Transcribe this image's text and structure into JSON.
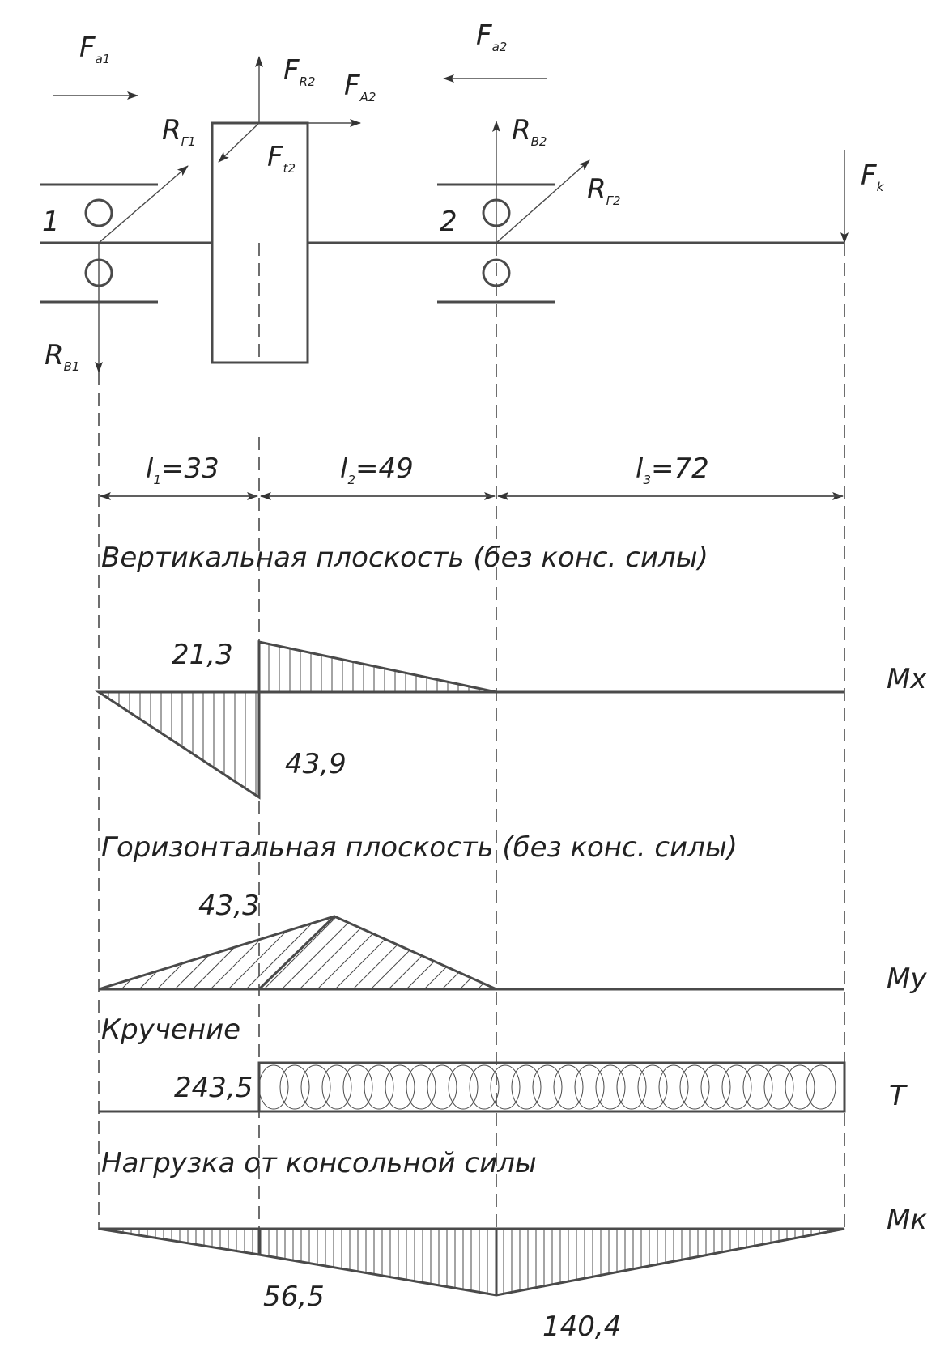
{
  "labels": {
    "Fa1": "F",
    "Fa1_sub": "a1",
    "Fa2": "F",
    "Fa2_sub": "a2",
    "FR2": "F",
    "FR2_sub": "R2",
    "FA2": "F",
    "FA2_sub": "A2",
    "Ft2": "F",
    "Ft2_sub": "t2",
    "Rg1": "R",
    "Rg1_sub": "Г1",
    "Rg2": "R",
    "Rg2_sub": "Г2",
    "Rv1": "R",
    "Rv1_sub": "В1",
    "Rv2": "R",
    "Rv2_sub": "В2",
    "Fk": "F",
    "Fk_sub": "k",
    "bearing1": "1",
    "bearing2": "2"
  },
  "dimensions": [
    {
      "name": "l",
      "sub": "1",
      "value": "=33"
    },
    {
      "name": "l",
      "sub": "2",
      "value": "=49"
    },
    {
      "name": "l",
      "sub": "3",
      "value": "=72"
    }
  ],
  "sections": {
    "vertical": "Вертикальная плоскость (без конс. силы)",
    "horizontal": "Горизонтальная плоскость (без конс. силы)",
    "torsion": "Кручение",
    "cantilever": "Нагрузка от консольной силы"
  },
  "moments": {
    "Mx": "Mx",
    "My": "My",
    "T": "T",
    "Mk": "Mк"
  },
  "values": {
    "mx_top": "21,3",
    "mx_bottom": "43,9",
    "my_peak": "43,3",
    "torque": "243,5",
    "mk_mid": "56,5",
    "mk_peak": "140,4"
  }
}
